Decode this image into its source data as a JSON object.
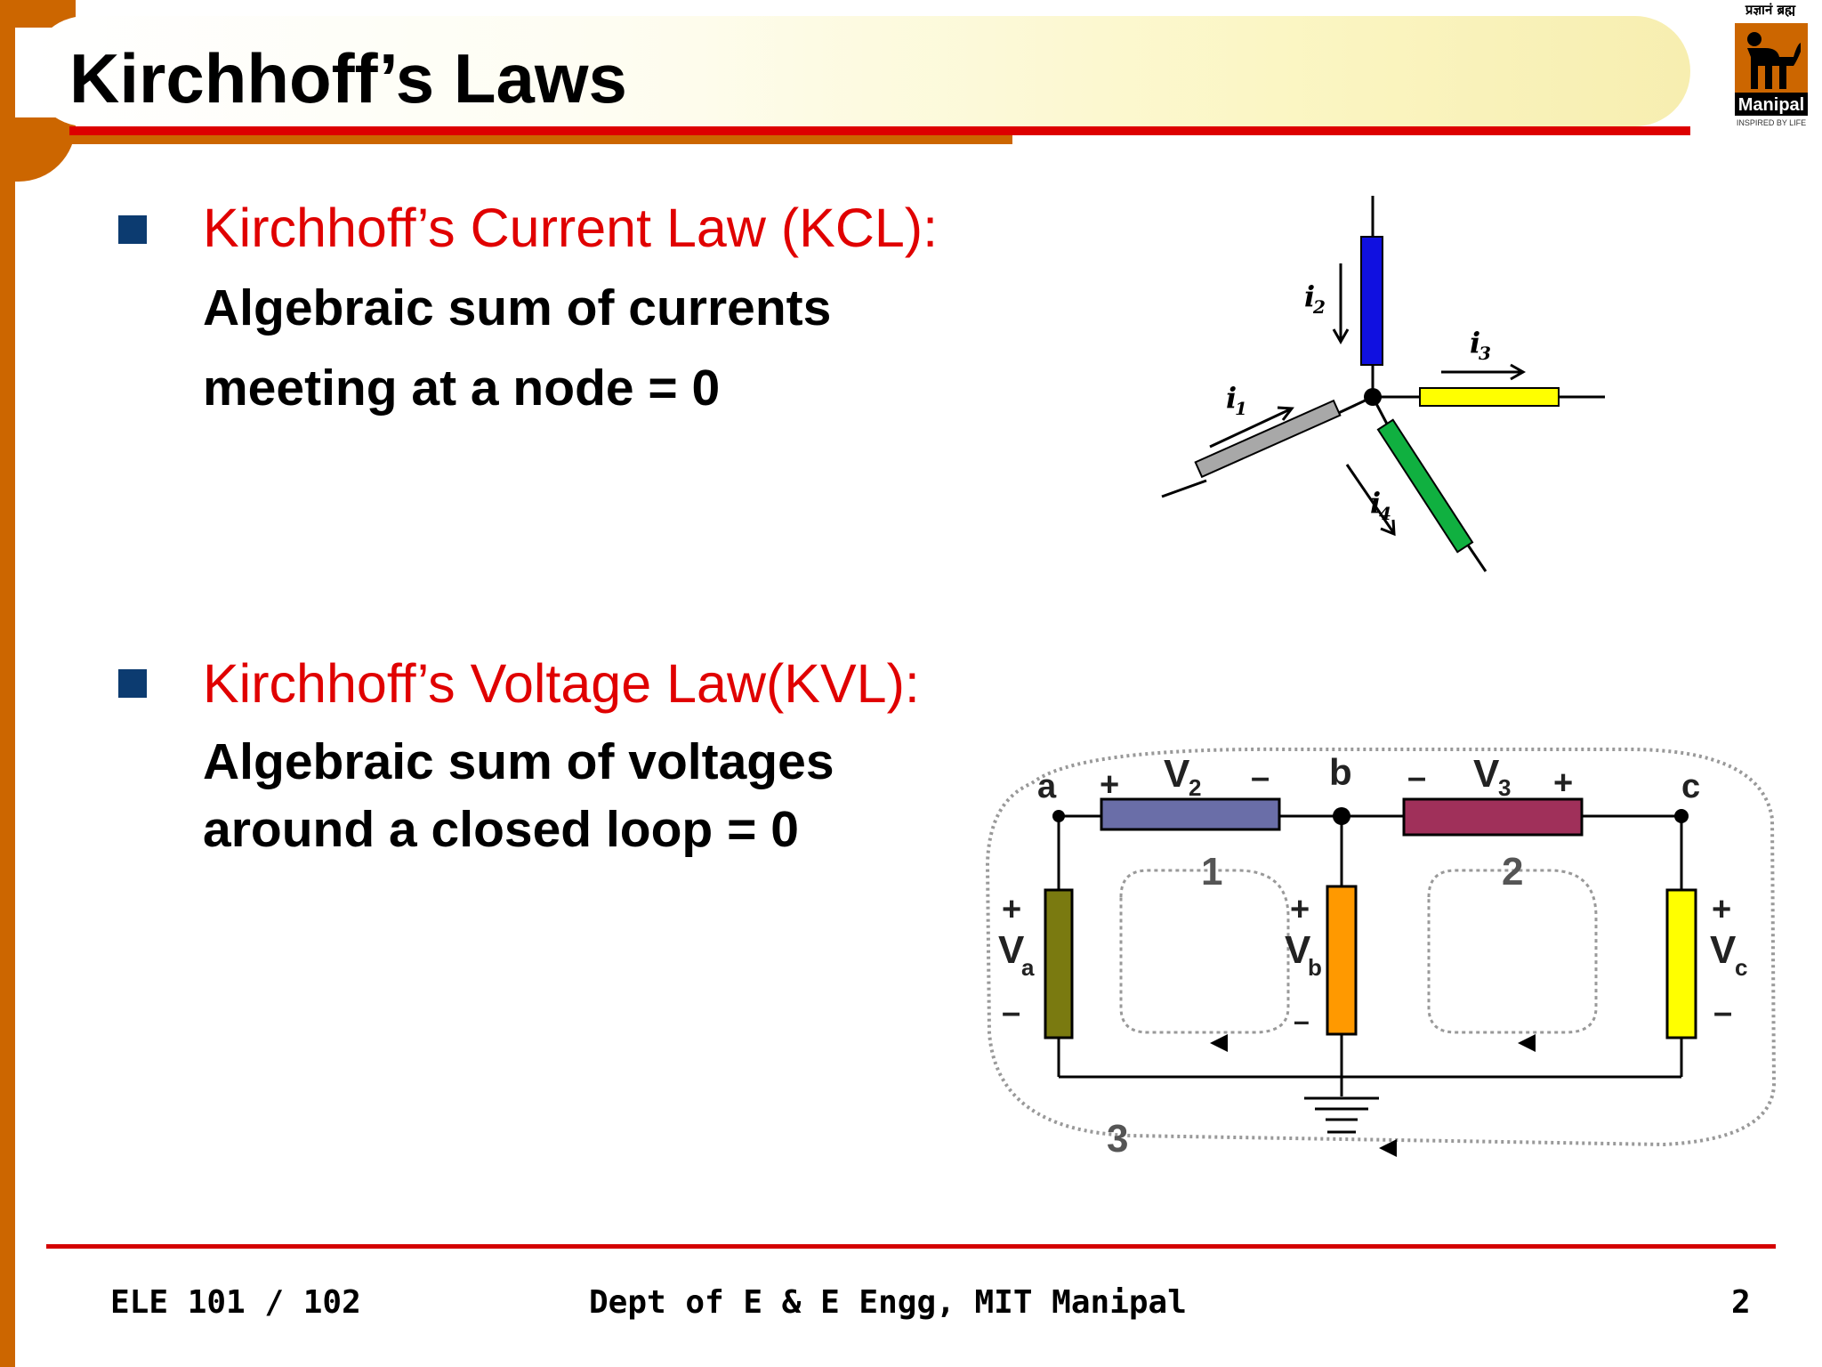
{
  "slide": {
    "title": "Kirchhoff’s Laws"
  },
  "logo": {
    "top_text": "प्रज्ञानं ब्रह्म",
    "name": "Manipal",
    "tagline": "INSPIRED BY LIFE",
    "brand_color": "#cc6600"
  },
  "kcl": {
    "heading": "Kirchhoff’s Current Law (KCL):",
    "line1": "Algebraic  sum of currents",
    "line2": "meeting at a node = 0",
    "figure": {
      "labels": {
        "i1": "i",
        "i1_sub": "1",
        "i2": "i",
        "i2_sub": "2",
        "i3": "i",
        "i3_sub": "3",
        "i4": "i",
        "i4_sub": "4"
      },
      "colors": {
        "i1": "#a8a8a8",
        "i2": "#1010e0",
        "i3": "#ffff00",
        "i4": "#10b040"
      }
    }
  },
  "kvl": {
    "heading": "Kirchhoff’s Voltage Law(KVL):",
    "line1": "Algebraic  sum of voltages",
    "line2": "around a closed loop = 0",
    "figure": {
      "nodes": {
        "a": "a",
        "b": "b",
        "c": "c"
      },
      "v2": "V",
      "v2_sub": "2",
      "v3": "V",
      "v3_sub": "3",
      "va": "V",
      "va_sub": "a",
      "vb": "V",
      "vb_sub": "b",
      "vc": "V",
      "vc_sub": "c",
      "plus": "+",
      "minus": "–",
      "loop1": "1",
      "loop2": "2",
      "loop3": "3",
      "colors": {
        "v2": "#6a6ea8",
        "v3": "#a0305a",
        "va": "#7a7a10",
        "vb": "#ff9900",
        "vc": "#ffff00"
      }
    }
  },
  "footer": {
    "course": "ELE 101 / 102",
    "dept": "Dept of E & E Engg, MIT Manipal",
    "page": "2"
  }
}
